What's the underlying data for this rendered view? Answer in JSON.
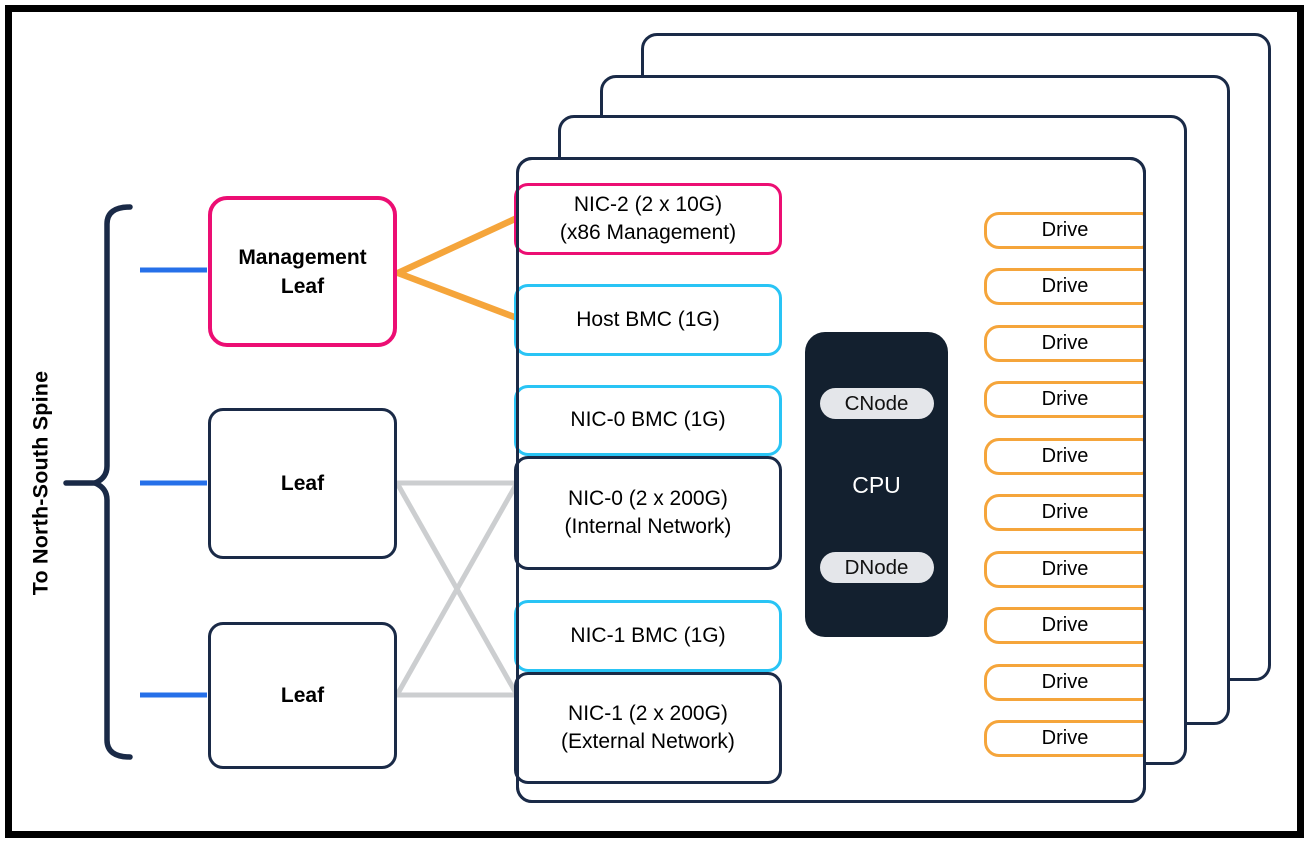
{
  "colors": {
    "navy": "#1A2A47",
    "cpu-fill": "#13202F",
    "pink": "#EC0E73",
    "cyan": "#29C4F5",
    "orange": "#F5A53B",
    "blue": "#2670E9",
    "gray": "#CCCED0",
    "pill": "#E4E6EA",
    "frame": "#000000"
  },
  "spine": {
    "label": "To North-South Spine"
  },
  "switches": {
    "management_leaf": "Management Leaf",
    "leaf_1": "Leaf",
    "leaf_2": "Leaf"
  },
  "server": {
    "stacked_units": 4,
    "nics": [
      {
        "line1": "NIC-2 (2 x 10G)",
        "line2": "(x86 Management)"
      },
      {
        "line1": "Host BMC (1G)",
        "line2": ""
      },
      {
        "line1": "NIC-0 BMC (1G)",
        "line2": ""
      },
      {
        "line1": "NIC-0 (2 x 200G)",
        "line2": "(Internal Network)"
      },
      {
        "line1": "NIC-1 BMC (1G)",
        "line2": ""
      },
      {
        "line1": "NIC-1 (2 x 200G)",
        "line2": "(External Network)"
      }
    ],
    "cpu": {
      "label": "CPU",
      "cnode_label": "CNode",
      "dnode_label": "DNode"
    },
    "drives": [
      "Drive",
      "Drive",
      "Drive",
      "Drive",
      "Drive",
      "Drive",
      "Drive",
      "Drive",
      "Drive",
      "Drive"
    ]
  }
}
